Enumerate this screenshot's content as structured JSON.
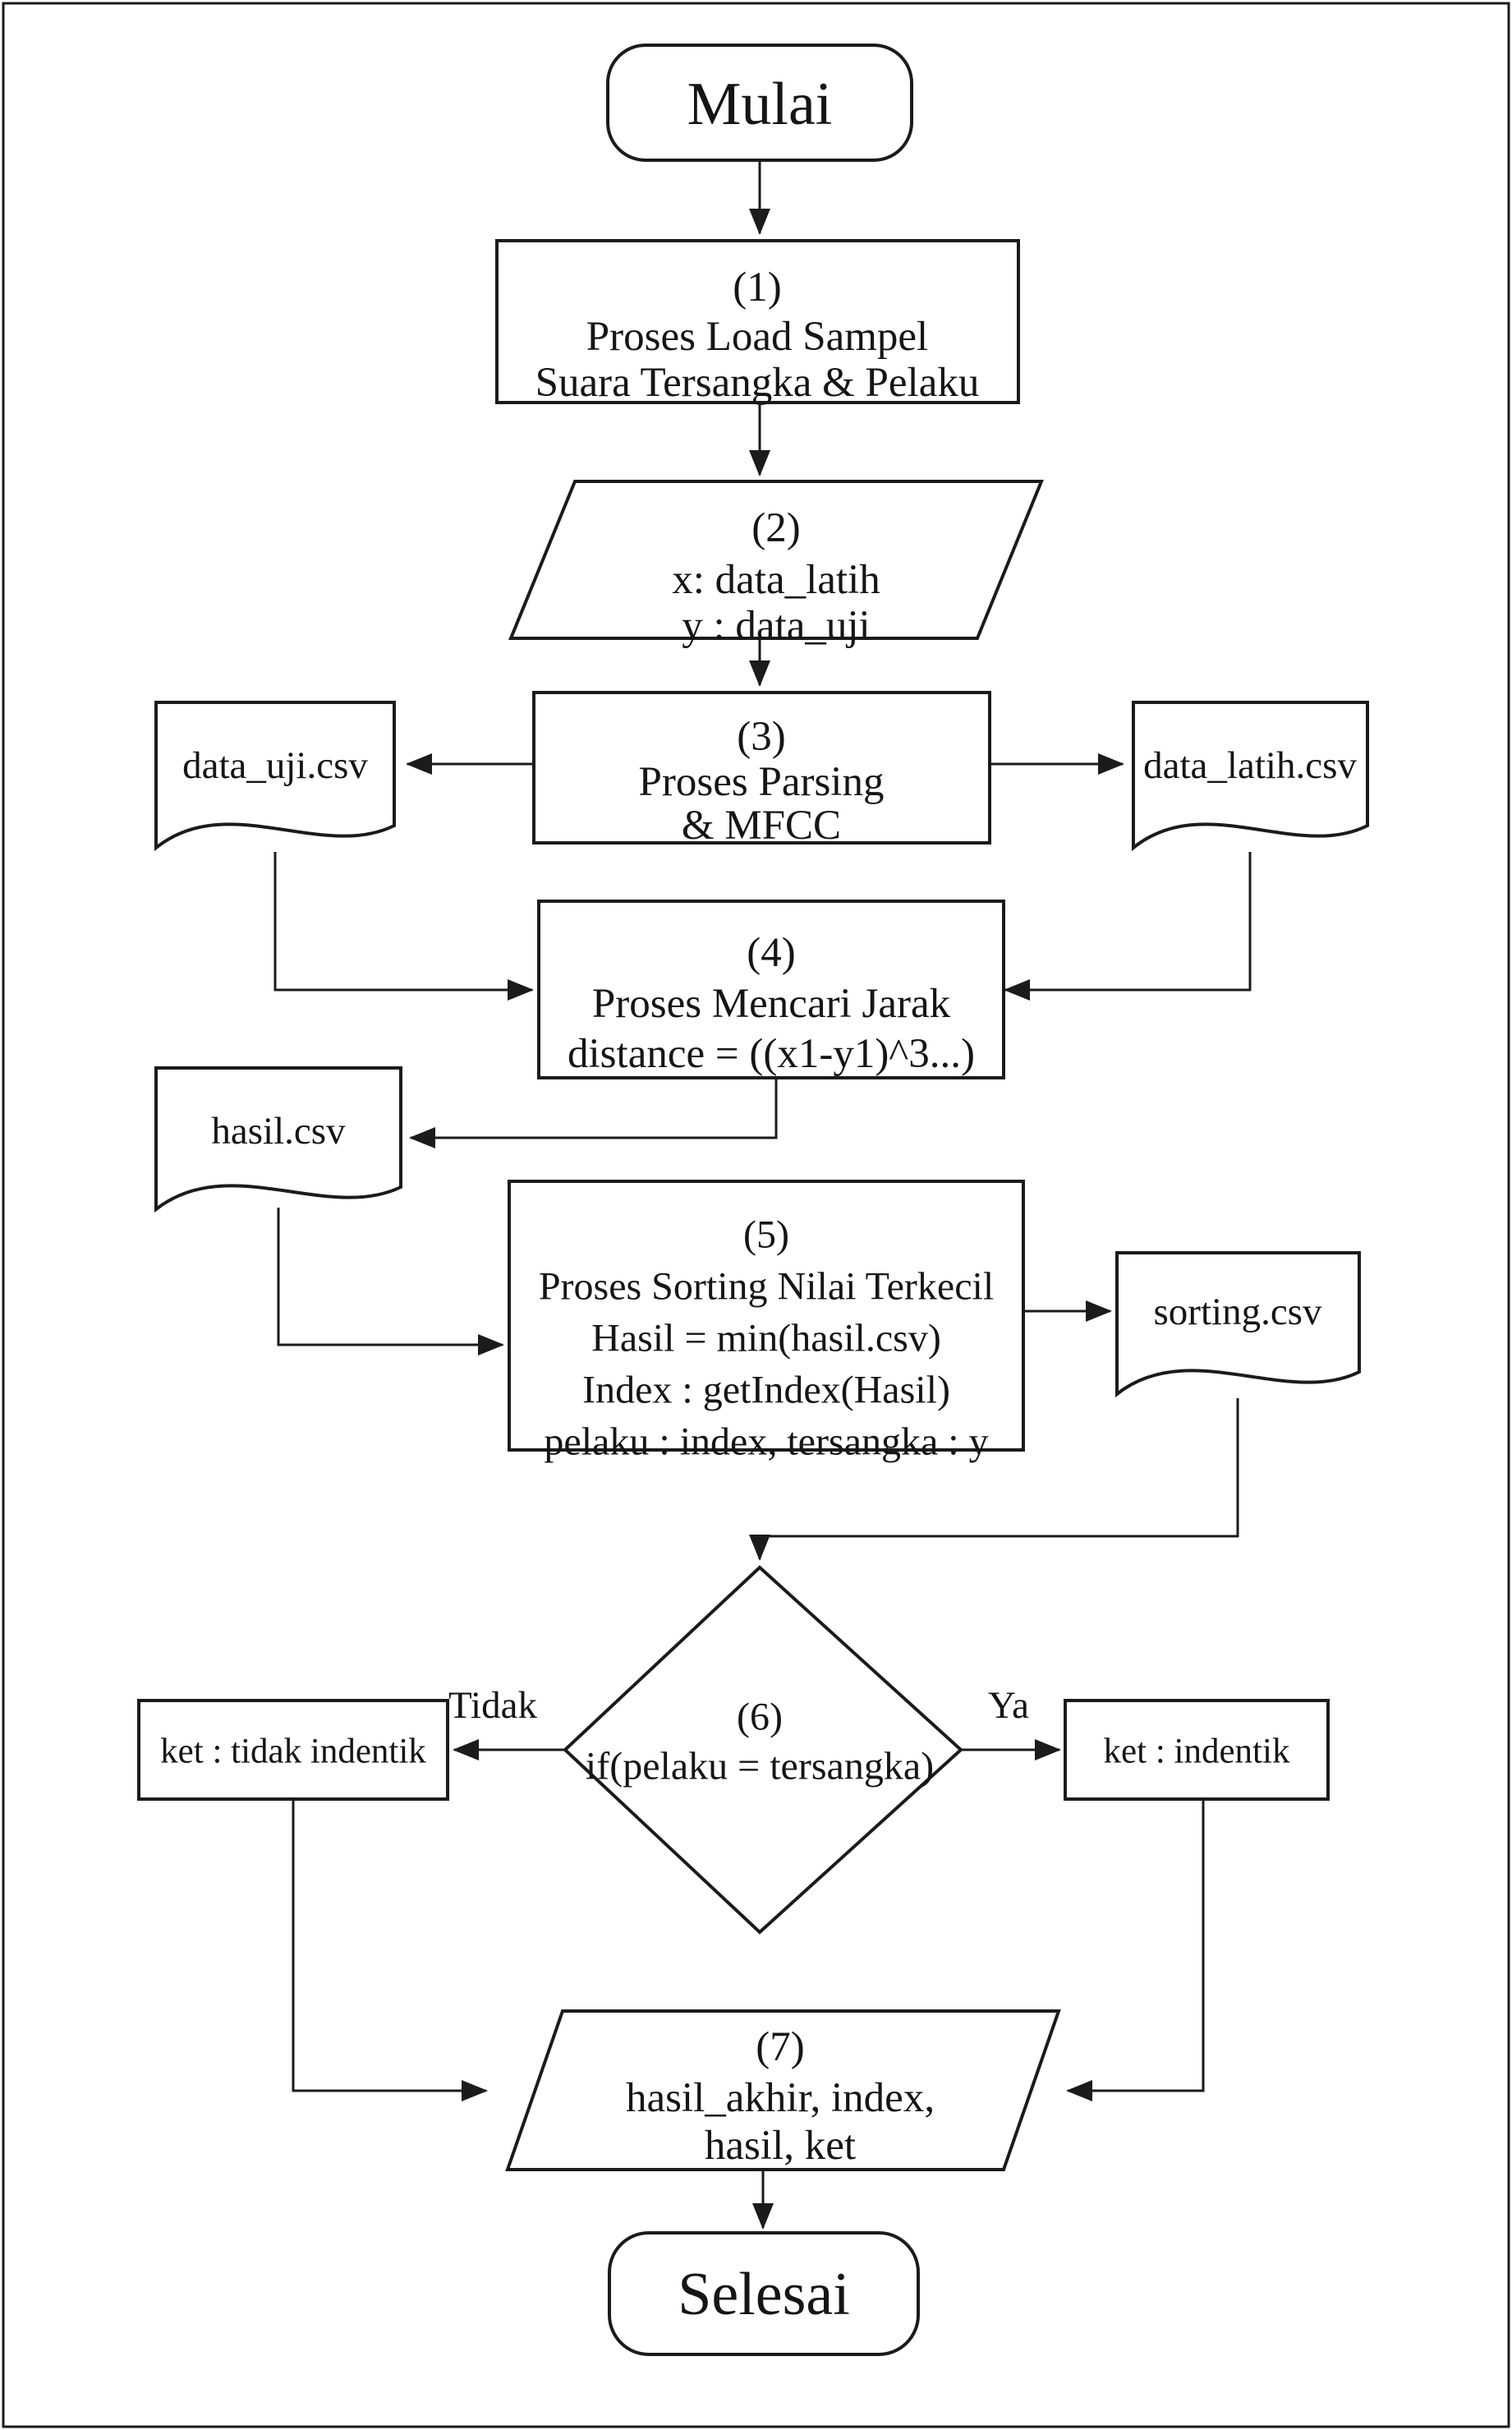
{
  "diagram": {
    "background": "#ffffff",
    "stroke_color": "#1b1b1b",
    "text_color": "#151515",
    "nodes": {
      "start": {
        "type": "terminator",
        "label": "Mulai"
      },
      "p1": {
        "type": "process",
        "lines": [
          "(1)",
          "Proses Load Sampel",
          "Suara Tersangka & Pelaku"
        ]
      },
      "io2": {
        "type": "input-output",
        "lines": [
          "(2)",
          "x: data_latih",
          "y : data_uji"
        ]
      },
      "p3": {
        "type": "process",
        "lines": [
          "(3)",
          "Proses Parsing",
          "& MFCC"
        ]
      },
      "doc_uji": {
        "type": "document",
        "label": "data_uji.csv"
      },
      "doc_latih": {
        "type": "document",
        "label": "data_latih.csv"
      },
      "p4": {
        "type": "process",
        "lines": [
          "(4)",
          "Proses Mencari Jarak",
          "distance = ((x1-y1)^3...)"
        ]
      },
      "doc_hasil": {
        "type": "document",
        "label": "hasil.csv"
      },
      "p5": {
        "type": "process",
        "lines": [
          "(5)",
          "Proses Sorting Nilai Terkecil",
          "Hasil = min(hasil.csv)",
          "Index : getIndex(Hasil)",
          "pelaku : index, tersangka : y"
        ]
      },
      "doc_sorting": {
        "type": "document",
        "label": "sorting.csv"
      },
      "d6": {
        "type": "decision",
        "lines": [
          "(6)",
          "if(pelaku = tersangka)"
        ]
      },
      "ket_tidak": {
        "type": "result",
        "label": "ket : tidak indentik"
      },
      "ket_ya": {
        "type": "result",
        "label": "ket : indentik"
      },
      "io7": {
        "type": "input-output",
        "lines": [
          "(7)",
          "hasil_akhir, index,",
          "hasil, ket"
        ]
      },
      "end": {
        "type": "terminator",
        "label": "Selesai"
      }
    },
    "branch_labels": {
      "no": "Tidak",
      "yes": "Ya"
    }
  }
}
